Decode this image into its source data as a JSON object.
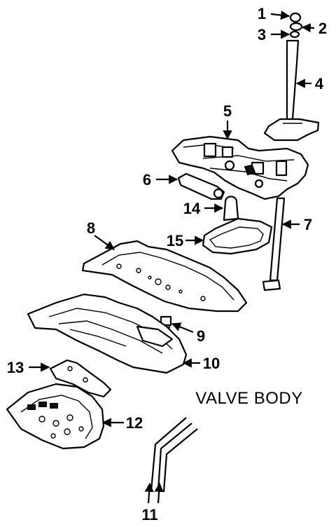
{
  "title": "VALVE BODY",
  "callouts": [
    {
      "id": 1,
      "label": "1"
    },
    {
      "id": 2,
      "label": "2"
    },
    {
      "id": 3,
      "label": "3"
    },
    {
      "id": 4,
      "label": "4"
    },
    {
      "id": 5,
      "label": "5"
    },
    {
      "id": 6,
      "label": "6"
    },
    {
      "id": 7,
      "label": "7"
    },
    {
      "id": 8,
      "label": "8"
    },
    {
      "id": 9,
      "label": "9"
    },
    {
      "id": 10,
      "label": "10"
    },
    {
      "id": 11,
      "label": "11"
    },
    {
      "id": 12,
      "label": "12"
    },
    {
      "id": 13,
      "label": "13"
    },
    {
      "id": 14,
      "label": "14"
    },
    {
      "id": 15,
      "label": "15"
    }
  ]
}
